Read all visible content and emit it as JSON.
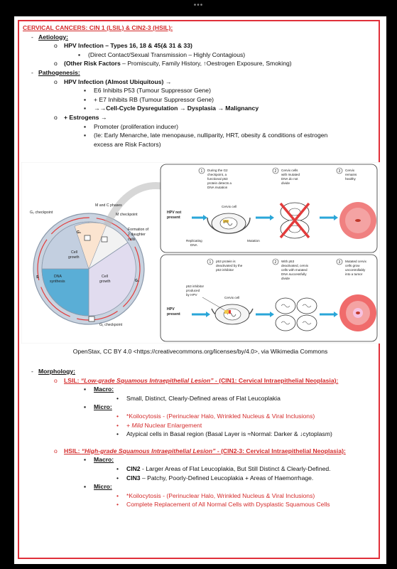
{
  "page": {
    "title": "CERVICAL CANCERS: CIN 1 (LSIL) & CIN2-3 (HSIL):",
    "aetiology": {
      "heading": "Aetiology:",
      "hpv": "HPV Infection – Types 16, 18 & 45(& 31 & 33)",
      "hpv_sub": "(Direct Contact/Sexual Transmission – Highly Contagious)",
      "other_bold": "(Other Risk Factors",
      "other_rest": " – Promiscuity, Family History, ↑Oestrogen Exposure, Smoking)"
    },
    "pathogenesis": {
      "heading": "Pathogenesis:",
      "hpv": "HPV Infection (Almost Ubiquitous) →",
      "e6": "E6 Inhibits P53 (Tumour Suppressor Gene)",
      "e7": "+ E7 Inhibits RB (Tumour Suppressor Gene)",
      "dys": "→→Cell-Cycle Dysregulation → Dysplasia → Malignancy",
      "estrogens": "+ Estrogens →",
      "promoter": "Promoter (proliferation inducer)",
      "ie_line1": "(Ie: Early Menarche, late menopause, nulliparity, HRT, obesity & conditions of estrogen",
      "ie_line2": "excess are Risk Factors)"
    },
    "figure": {
      "cycle": {
        "mc_phases": "M and C phases",
        "g2_checkpoint": "G₂ checkpoint",
        "m_checkpoint": "M checkpoint",
        "g2": "G₂",
        "formation1": "Formation of",
        "formation2": "2 daughter",
        "formation3": "cells",
        "cell_growth_top1": "Cell",
        "cell_growth_top2": "growth",
        "s": "S",
        "dna1": "DNA",
        "dna2": "synthesis",
        "cell_growth_r1": "Cell",
        "cell_growth_r2": "growth",
        "g1": "G₁",
        "g1_checkpoint": "G₁ checkpoint"
      },
      "panel_top": {
        "step1": [
          "During the G2",
          "checkpoint, a",
          "functional p53",
          "protein detects a",
          "DNA mutation"
        ],
        "step2": [
          "Cervix cells",
          "with mutated",
          "DNA do not",
          "divide"
        ],
        "step3": [
          "Cervix",
          "remains",
          "healthy"
        ],
        "hpv_not_present": [
          "HPV not",
          "present"
        ],
        "cervix_cell": "Cervix cell",
        "replicating_dna": [
          "Replicating",
          "DNA"
        ],
        "mutation": "Mutation",
        "p53": "p53"
      },
      "panel_bottom": {
        "step1": [
          "p53 protein is",
          "deactivated by the",
          "p53 inhibitor"
        ],
        "step2": [
          "With p53",
          "deactivated, cervix",
          "cells with mutated",
          "DNA successfully",
          "divide"
        ],
        "step3": [
          "Mutated cervix",
          "cells grow",
          "uncontrollably",
          "into a tumor"
        ],
        "inhibitor": [
          "p53 inhibitor",
          "produced",
          "by HPV"
        ],
        "hpv_present": [
          "HPV",
          "present"
        ],
        "cervix_cell": "Cervix cell"
      },
      "nums": [
        "1",
        "2",
        "3"
      ]
    },
    "credit": "OpenStax, CC BY 4.0 <https://creativecommons.org/licenses/by/4.0>, via Wikimedia Commons",
    "morphology": {
      "heading": "Morphology:",
      "lsil_abbr": "LSIL: ",
      "lsil_name": "“Low-grade Squamous Intraepithelial Lesion”",
      "lsil_rest": " - (CIN1: Cervical Intraepithelial Neoplasia):",
      "macro": "Macro:",
      "lsil_macro1": "Small, Distinct, Clearly-Defined areas of Flat Leucoplakia",
      "micro": "Micro:",
      "lsil_micro1": "*Koilocytosis - (Perinuclear Halo, Wrinkled Nucleus & Viral Inclusions)",
      "lsil_micro2_em": "+ Mild",
      "lsil_micro2_rest": " Nuclear Enlargement",
      "lsil_micro3": "Atypical cells in Basal region (Basal Layer is ≈Normal: Darker & ↓cytoplasm)",
      "hsil_abbr": "HSIL: ",
      "hsil_name": "“High-grade Squamous Intraepithelial Lesion”",
      "hsil_rest": " - (CIN2-3: Cervical Intraepithelial Neoplasia):",
      "hsil_macro1_b": "CIN2",
      "hsil_macro1": " - Larger Areas of Flat Leucoplakia, But Still Distinct & Clearly-Defined.",
      "hsil_macro2_b": "CIN3",
      "hsil_macro2": " – Patchy, Poorly-Defined Leucoplakia + Areas of Haemorrhage.",
      "hsil_micro1": "*Koilocytosis - (Perinuclear Halo, Wrinkled Nucleus & Viral Inclusions)",
      "hsil_micro2": "Complete Replacement of All Normal Cells with Dysplastic Squamous Cells"
    },
    "dots": "•••"
  },
  "colors": {
    "accent_red": "#d42b2b",
    "border_red": "#e0303a",
    "arrow_blue": "#2aa6d8",
    "tumor_pink": "#f06b6b"
  }
}
